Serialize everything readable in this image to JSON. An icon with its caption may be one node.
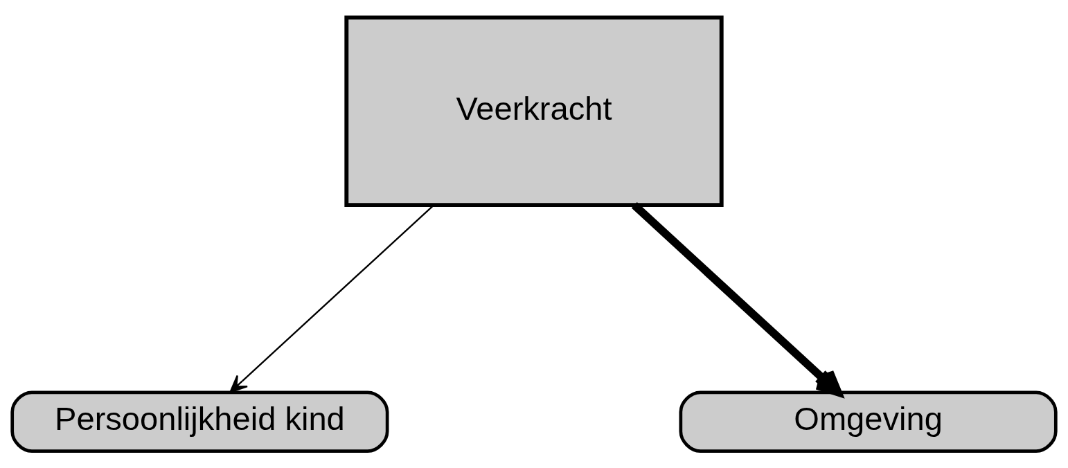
{
  "diagram": {
    "nodes": [
      {
        "text": [
          "Veerkracht"
        ]
      },
      {
        "text": [
          "Persoonlijkheid kind"
        ]
      },
      {
        "text": [
          "Omgeving"
        ]
      }
    ],
    "edges": [
      {
        "from": 0,
        "to": 1,
        "arrow": "to"
      },
      {
        "from": 0,
        "to": 2,
        "arrow": "to",
        "style": "thick"
      }
    ]
  }
}
